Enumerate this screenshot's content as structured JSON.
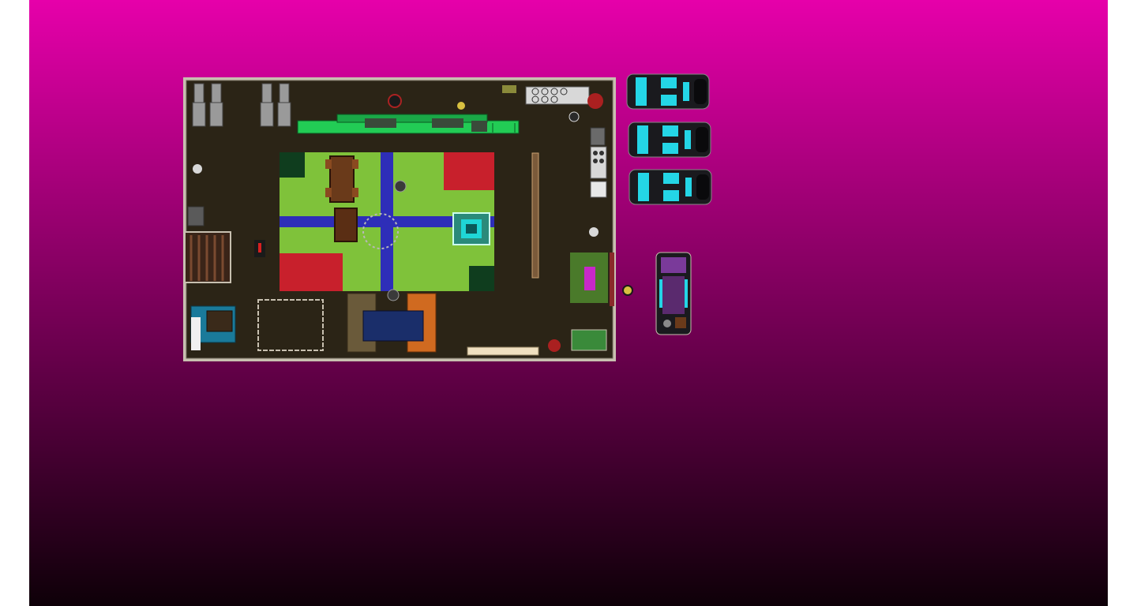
{
  "colors": {
    "sky_top": "#e600aa",
    "sky_bottom": "#0e0008",
    "floor": "#2b2416",
    "wall": "#c8c0b0",
    "carpet_green": "#7fc23a",
    "carpet_blue": "#2e2eb8",
    "carpet_red": "#c8202c",
    "carpet_dark": "#0f3d1e",
    "bar_green": "#22cc55",
    "car_body": "#1a1a1e",
    "car_neon": "#24d6e6",
    "van_purple": "#5a2a6e"
  },
  "scene": {
    "type": "top-down level",
    "parked_cars": 3,
    "vans": 1,
    "characters": 12
  }
}
